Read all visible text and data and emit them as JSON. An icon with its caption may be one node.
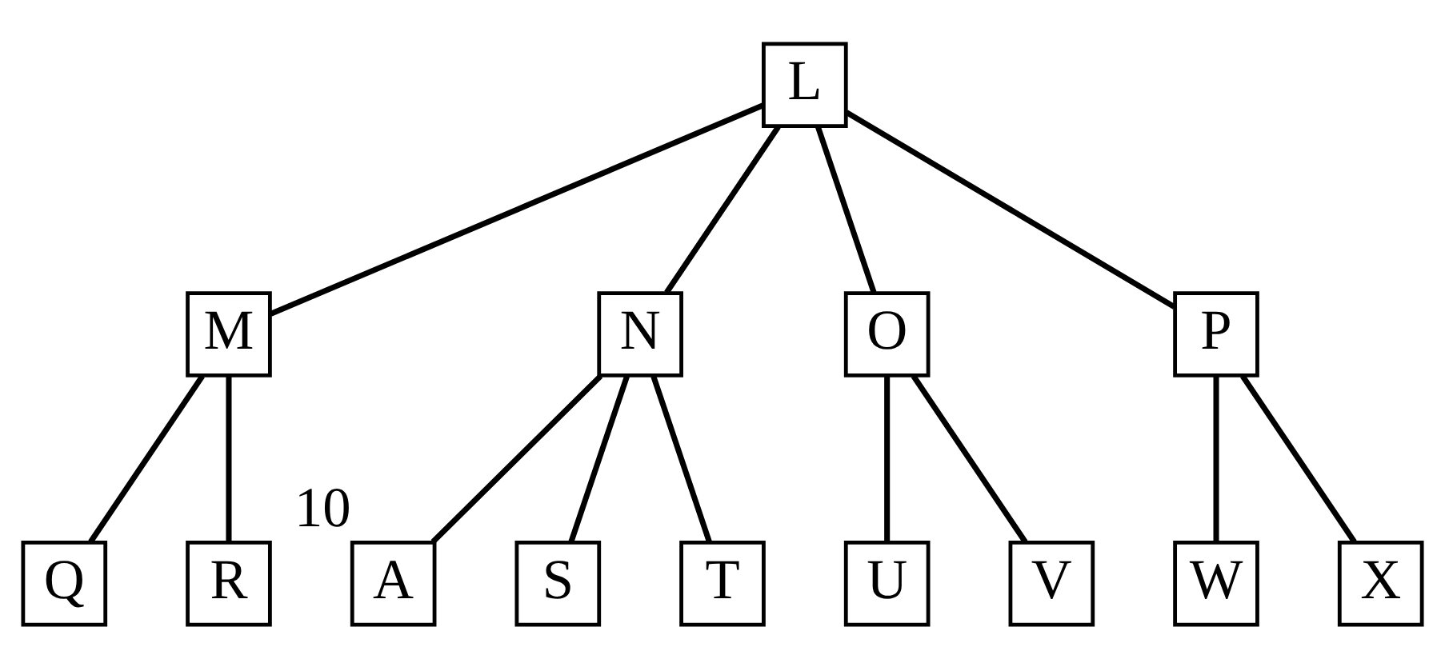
{
  "diagram": {
    "nodes": [
      {
        "text": [
          "L"
        ]
      },
      {
        "text": [
          "M"
        ]
      },
      {
        "text": [
          "N"
        ]
      },
      {
        "text": [
          "O"
        ]
      },
      {
        "text": [
          "P"
        ]
      },
      {
        "text": [
          "Q"
        ]
      },
      {
        "text": [
          "R"
        ]
      },
      {
        "text": [
          "A"
        ],
        "beside": [
          "10"
        ]
      },
      {
        "text": [
          "S"
        ]
      },
      {
        "text": [
          "T"
        ]
      },
      {
        "text": [
          "U"
        ]
      },
      {
        "text": [
          "V"
        ]
      },
      {
        "text": [
          "W"
        ]
      },
      {
        "text": [
          "X"
        ]
      }
    ],
    "edges": [
      {
        "from": 0,
        "to": 1,
        "arrow": "none"
      },
      {
        "from": 0,
        "to": 2,
        "arrow": "none"
      },
      {
        "from": 0,
        "to": 3,
        "arrow": "none"
      },
      {
        "from": 0,
        "to": 4,
        "arrow": "none"
      },
      {
        "from": 1,
        "to": 5,
        "arrow": "none"
      },
      {
        "from": 1,
        "to": 6,
        "arrow": "none"
      },
      {
        "from": 2,
        "to": 7,
        "arrow": "none"
      },
      {
        "from": 2,
        "to": 8,
        "arrow": "none"
      },
      {
        "from": 2,
        "to": 9,
        "arrow": "none"
      },
      {
        "from": 3,
        "to": 10,
        "arrow": "none"
      },
      {
        "from": 3,
        "to": 11,
        "arrow": "none"
      },
      {
        "from": 4,
        "to": 12,
        "arrow": "none"
      },
      {
        "from": 4,
        "to": 13,
        "arrow": "none"
      }
    ]
  }
}
